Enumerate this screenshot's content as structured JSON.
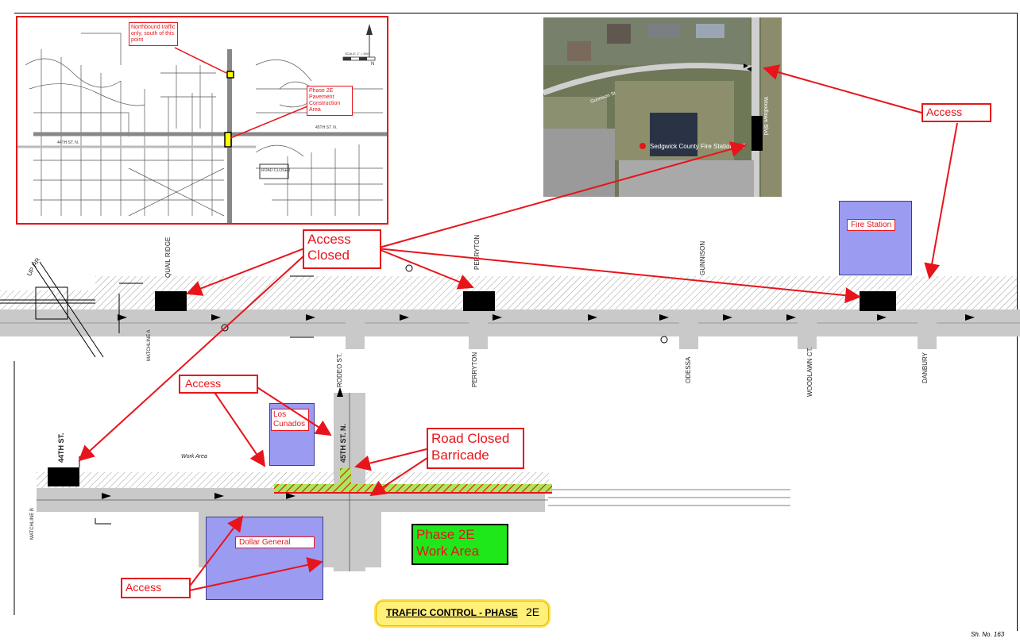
{
  "location_map": {
    "northbound_note": "Northbound traffic only, south of this point",
    "phase_note": "Phase 2E Pavement Construction Area",
    "street_45th": "45TH ST. N.",
    "street_44th": "44TH ST. N.",
    "road_closed": "ROAD CLOSED",
    "scale": "SCALE: 1\" = 500'",
    "north": "N"
  },
  "aerial": {
    "fire_station_label": "Sedgwick County Fire Station #37",
    "road_label": "Woodlawn Blvd",
    "street_label": "Gunnison St"
  },
  "callouts": {
    "access_closed": "Access Closed",
    "access_top": "Access",
    "access_mid": "Access",
    "access_bottom": "Access",
    "road_closed_barricade": "Road Closed Barricade",
    "phase_work_area": "Phase 2E Work Area"
  },
  "buildings": {
    "fire_station": "Fire Station",
    "los_cunados": "Los Cunados",
    "dollar_general": "Dollar General"
  },
  "streets": {
    "quail_ridge": "QUAIL RIDGE",
    "perryton_top": "PERRYTON",
    "gunnison": "GUNNISON",
    "rodeo": "RODEO ST.",
    "perryton_bottom": "PERRYTON",
    "odessa": "ODESSA",
    "woodlawn_ct": "WOODLAWN CT.",
    "danbury": "DANBURY",
    "st_44th": "44TH ST.",
    "st_45th": "45TH ST. N.",
    "up_rr": "UP RR",
    "matchline_top": "MATCHLINE A",
    "matchline_bottom": "MATCHLINE B",
    "work_area": "Work Area"
  },
  "title_block": {
    "title_main": "TRAFFIC CONTROL - PHASE ",
    "title_phase": "2E",
    "sheet": "Sh. No. 163"
  },
  "colors": {
    "callout_red": "#e8141b",
    "building_blue": "#9b9bf2",
    "work_area_green": "#1ee81a",
    "road_gray": "#c9c9c9",
    "title_yellow": "#fff07a"
  }
}
